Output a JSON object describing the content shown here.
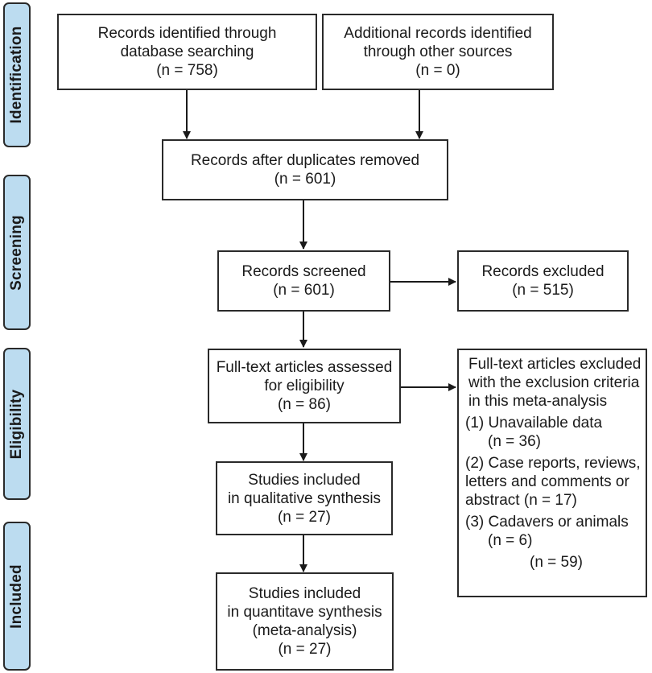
{
  "stages": [
    {
      "id": "identification",
      "label": "Identification"
    },
    {
      "id": "screening",
      "label": "Screening"
    },
    {
      "id": "eligibility",
      "label": "Eligibility"
    },
    {
      "id": "included",
      "label": "Included"
    }
  ],
  "boxes": {
    "database_search": {
      "lines": [
        "Records identified through",
        "database searching",
        "(n = 758)"
      ]
    },
    "other_sources": {
      "lines": [
        "Additional records identified",
        "through other sources",
        "(n = 0)"
      ]
    },
    "after_duplicates": {
      "lines": [
        "Records after duplicates removed",
        "(n = 601)"
      ]
    },
    "screened": {
      "lines": [
        "Records screened",
        "(n = 601)"
      ]
    },
    "excluded": {
      "lines": [
        "Records excluded",
        "(n = 515)"
      ]
    },
    "fulltext_assessed": {
      "lines": [
        "Full-text articles assessed",
        "for eligibility",
        "(n = 86)"
      ]
    },
    "fulltext_excluded": {
      "lines": [
        "Full-text articles excluded",
        "with the exclusion criteria",
        "in this meta-analysis",
        "(1) Unavailable data",
        "(n = 36)",
        "(2) Case reports, reviews,",
        "letters and comments or",
        "abstract (n = 17)",
        "(3) Cadavers or animals",
        "(n = 6)",
        "(n = 59)"
      ]
    },
    "qualitative": {
      "lines": [
        "Studies included",
        "in qualitative synthesis",
        "(n = 27)"
      ]
    },
    "quantitative": {
      "lines": [
        "Studies included",
        "in quantitave synthesis",
        "(meta-analysis)",
        "(n = 27)"
      ]
    }
  }
}
